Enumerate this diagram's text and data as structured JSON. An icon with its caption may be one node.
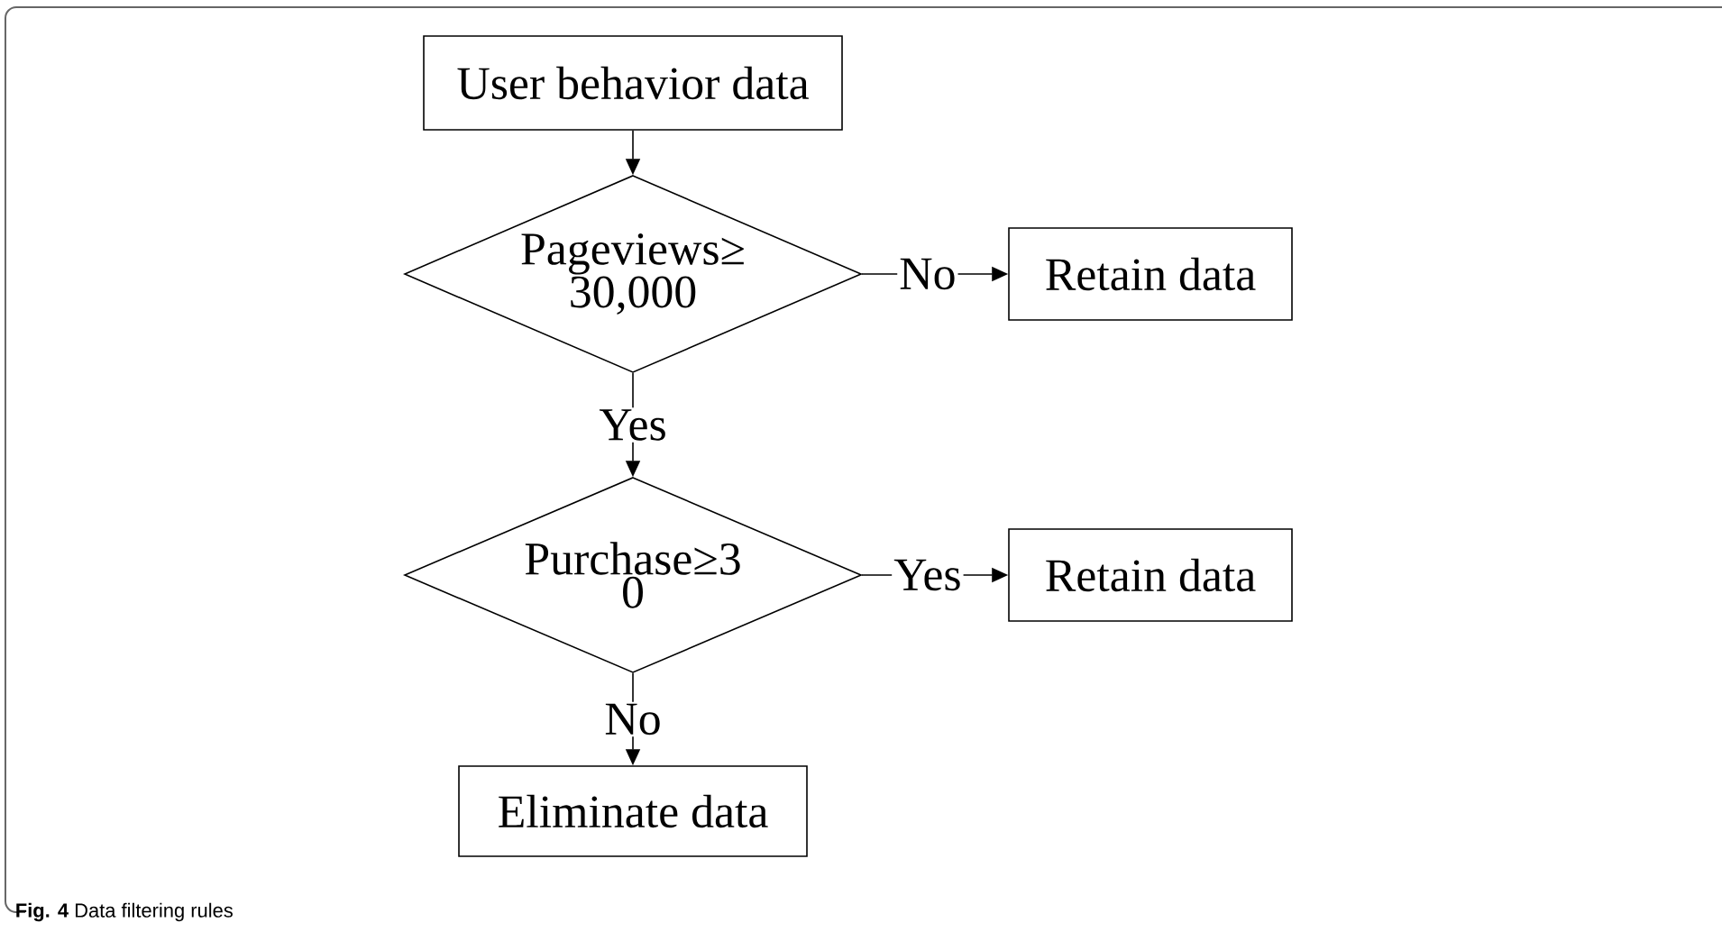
{
  "diagram": {
    "caption": "**Fig. 4** Data filtering rules",
    "nodes": [
      {
        "text": [
          "User behavior data"
        ]
      },
      {
        "text": [
          "Pageviews≥ 30,000"
        ]
      },
      {
        "text": [
          "Retain data"
        ]
      },
      {
        "text": [
          "Purchase≥3 0"
        ]
      },
      {
        "text": [
          "Retain data"
        ]
      },
      {
        "text": [
          "Eliminate data"
        ]
      }
    ],
    "edges": [
      {
        "from": 0,
        "to": 1,
        "arrow": "to"
      },
      {
        "from": 1,
        "to": 2,
        "arrow": "to",
        "label": "No"
      },
      {
        "from": 1,
        "to": 3,
        "arrow": "to",
        "label": "Yes"
      },
      {
        "from": 3,
        "to": 4,
        "arrow": "to",
        "label": "Yes"
      },
      {
        "from": 3,
        "to": 5,
        "arrow": "to",
        "label": "No"
      }
    ]
  }
}
